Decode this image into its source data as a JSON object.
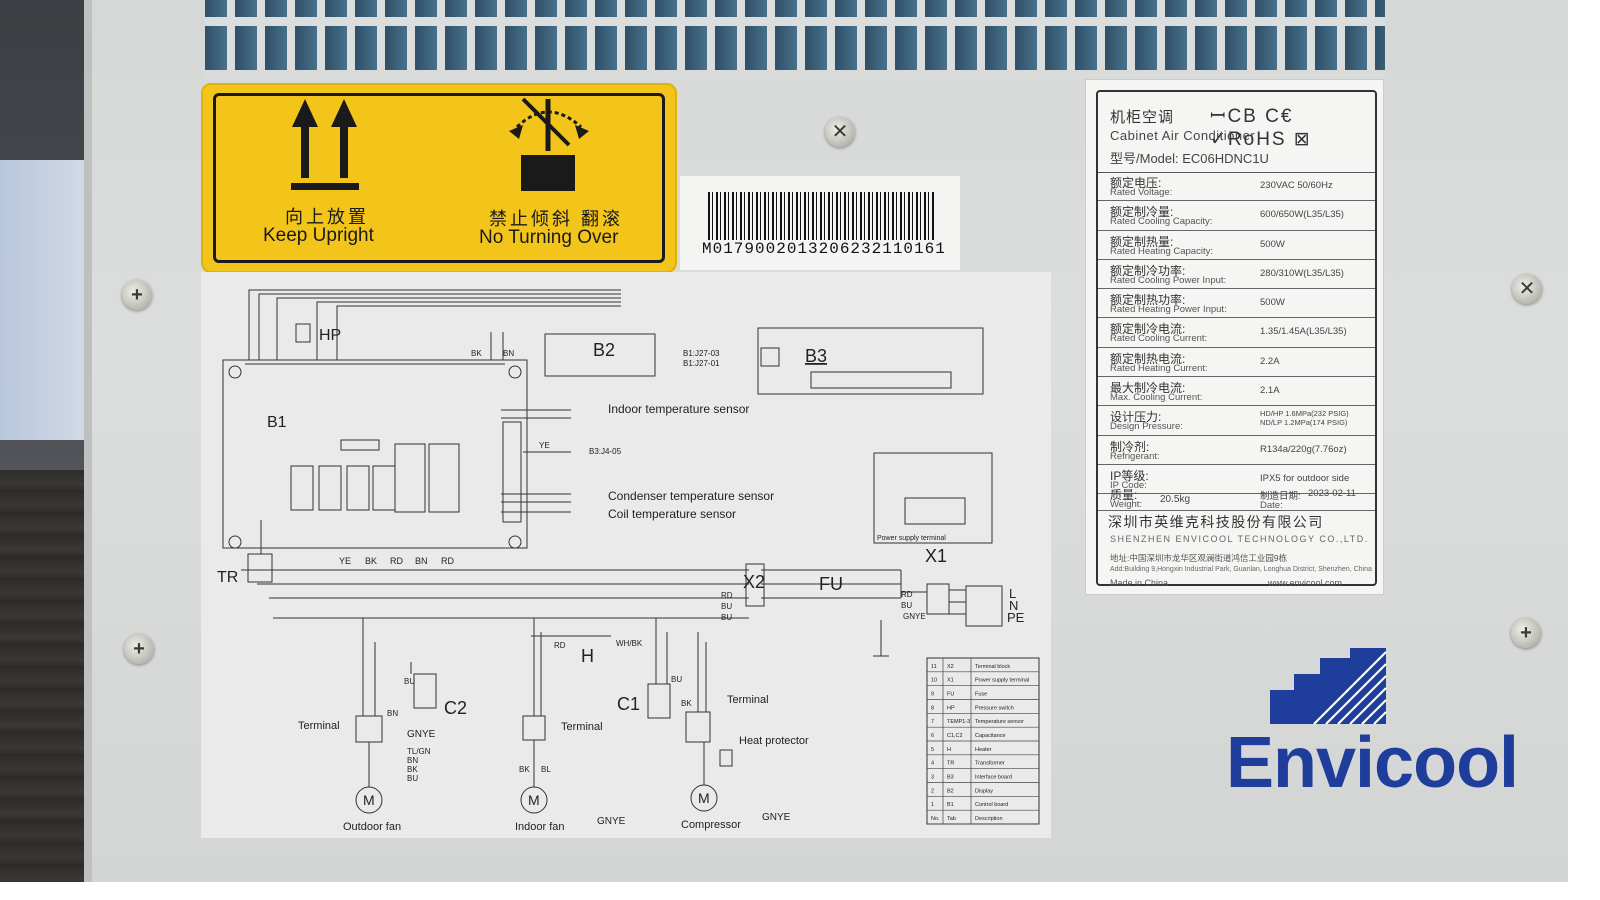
{
  "warning_label": {
    "left_cn": "向上放置",
    "left_en": "Keep Upright",
    "right_cn": "禁止倾斜 翻滚",
    "right_en": "No Turning Over"
  },
  "barcode": {
    "number": "M01790020132062321101​61"
  },
  "schematic": {
    "components": {
      "hp": "HP",
      "b1": "B1",
      "b2": "B2",
      "b3": "B3",
      "x1": "X1",
      "x2": "X2",
      "fu": "FU",
      "tr": "TR",
      "h": "H",
      "c1": "C1",
      "c2": "C2",
      "l": "L",
      "n": "N",
      "pe": "PE",
      "m": "M"
    },
    "labels": {
      "indoor_temp": "Indoor temperature sensor",
      "condenser_temp": "Condenser temperature sensor",
      "coil_temp": "Coil temperature sensor",
      "b3_j4": "B3:J4-05",
      "b1_j27_03": "B1:J27-03",
      "b1_j27_01": "B1:J27-01",
      "power_terminal": "Power supply terminal",
      "outdoor_fan": "Outdoor fan",
      "indoor_fan": "Indoor fan",
      "compressor": "Compressor",
      "terminal": "Terminal",
      "heat_protector": "Heat protector",
      "gnye": "GNYE",
      "ye": "YE",
      "bk": "BK",
      "rd": "RD",
      "bn": "BN",
      "bu": "BU",
      "wh_bk": "WH/BK",
      "tl_gn": "TL/GN",
      "bl": "BL"
    },
    "legend": {
      "header": [
        "No.",
        "Tab",
        "Description"
      ],
      "rows": [
        [
          "11",
          "X2",
          "Terminal block"
        ],
        [
          "10",
          "X1",
          "Power supply terminal"
        ],
        [
          "9",
          "FU",
          "Fuse"
        ],
        [
          "8",
          "HP",
          "Pressure switch"
        ],
        [
          "7",
          "TEMP1-3",
          "Temperature sensor"
        ],
        [
          "6",
          "C1,C2",
          "Capacitance"
        ],
        [
          "5",
          "H",
          "Heater"
        ],
        [
          "4",
          "TR",
          "Transformer"
        ],
        [
          "3",
          "B3",
          "Interface board"
        ],
        [
          "2",
          "B2",
          "Display"
        ],
        [
          "1",
          "B1",
          "Control board"
        ]
      ]
    }
  },
  "nameplate": {
    "cn_title": "机柜空调",
    "marks": "ꟷCB C€ ✓RoHS ⊠",
    "en_title": "Cabinet Air Conditioner",
    "model": "型号/Model: EC06HDNC1U",
    "rows": [
      {
        "cn": "额定电压:",
        "en": "Rated Voltage:",
        "val": "230VAC 50/60Hz"
      },
      {
        "cn": "额定制冷量:",
        "en": "Rated Cooling Capacity:",
        "val": "600/650W(L35/L35)"
      },
      {
        "cn": "额定制热量:",
        "en": "Rated Heating Capacity:",
        "val": "500W"
      },
      {
        "cn": "额定制冷功率:",
        "en": "Rated Cooling Power Input:",
        "val": "280/310W(L35/L35)"
      },
      {
        "cn": "额定制热功率:",
        "en": "Rated Heating Power Input:",
        "val": "500W"
      },
      {
        "cn": "额定制冷电流:",
        "en": "Rated Cooling Current:",
        "val": "1.35/1.45A(L35/L35)"
      },
      {
        "cn": "额定制热电流:",
        "en": "Rated Heating Current:",
        "val": "2.2A"
      },
      {
        "cn": "最大制冷电流:",
        "en": "Max. Cooling Current:",
        "val": "2.1A"
      },
      {
        "cn": "设计压力:",
        "en": "Design Pressure:",
        "val": "HD/HP 1.6MPa(232 PSIG) ND/LP 1.2MPa(174 PSIG)"
      },
      {
        "cn": "制冷剂:",
        "en": "Refrigerant:",
        "val": "R134a/220g(7.76oz)"
      },
      {
        "cn": "IP等级:",
        "en": "IP Code:",
        "val": "IPX5 for outdoor side"
      }
    ],
    "weight_cn": "质量:",
    "weight_en": "Weight:",
    "weight_val": "20.5kg",
    "date_cn": "制造日期:",
    "date_en": "Date:",
    "date_val": "2023-02-11",
    "company_cn": "深圳市英维克科技股份有限公司",
    "company_en": "SHENZHEN ENVICOOL TECHNOLOGY CO.,LTD.",
    "address_cn": "地址:中国深圳市龙华区观澜街道鸿信工业园9栋",
    "address_en": "Add:Building 9,Hongxin Industrial Park, Guanlan, Longhua District, Shenzhen, China",
    "made_in": "Made in China",
    "url": "www.envicool.com"
  },
  "brand": {
    "logo_text": "Envicool",
    "color": "#1f3d9a"
  },
  "colors": {
    "warning_yellow": "#f3c51b",
    "panel_grey": "#d8dad9"
  }
}
